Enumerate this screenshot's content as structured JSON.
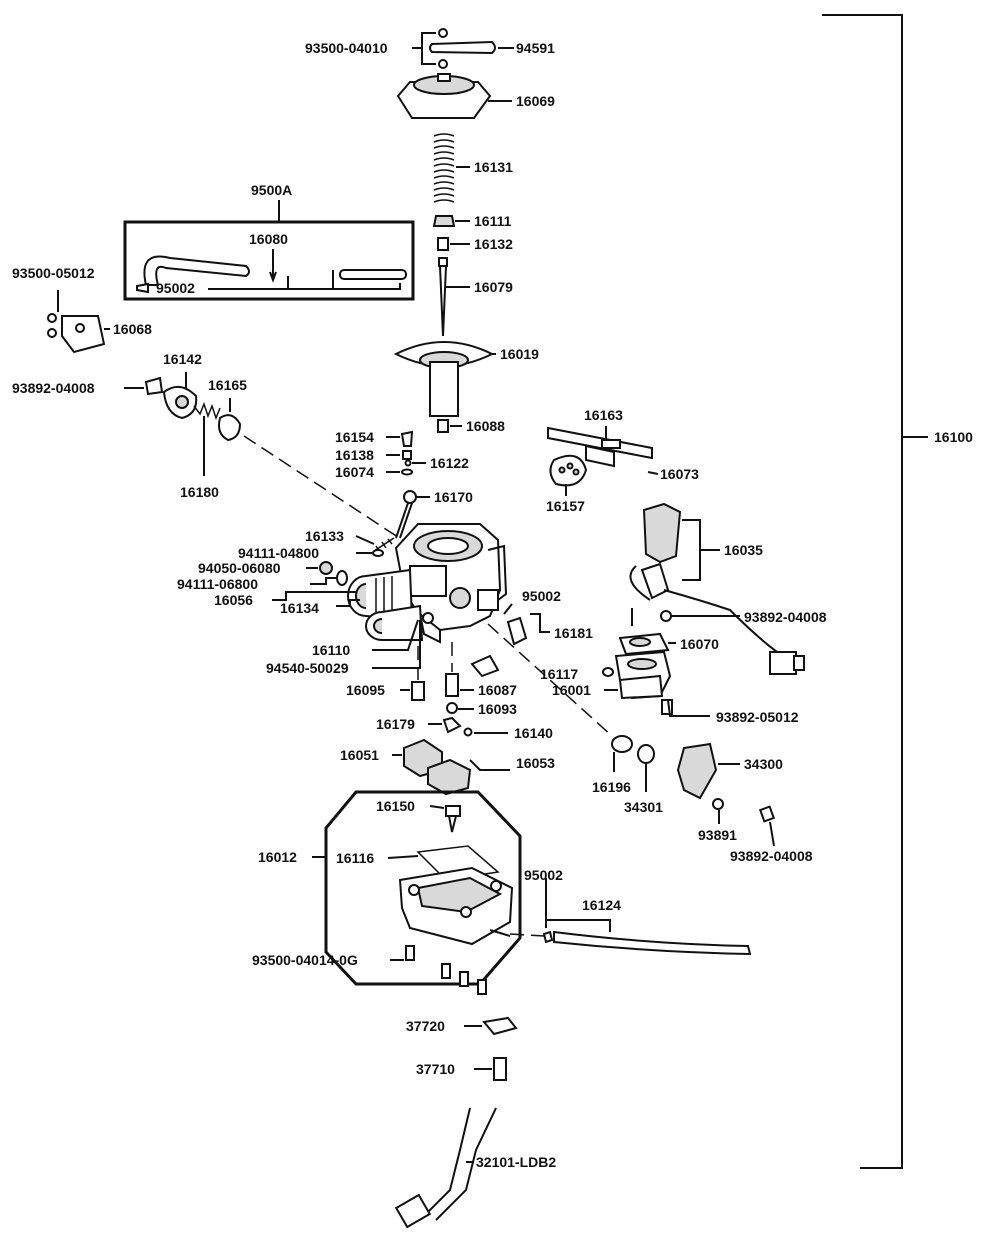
{
  "labels": {
    "l_93500_04010": "93500-04010",
    "l_94591": "94591",
    "l_16069": "16069",
    "l_16131": "16131",
    "l_16111": "16111",
    "l_16132": "16132",
    "l_16079": "16079",
    "l_16019": "16019",
    "l_16088": "16088",
    "l_9500a": "9500A",
    "l_16080": "16080",
    "l_95002_kit": "95002",
    "l_93500_05012": "93500-05012",
    "l_16068": "16068",
    "l_16142": "16142",
    "l_93892_04008_a": "93892-04008",
    "l_16165": "16165",
    "l_16180": "16180",
    "l_16154": "16154",
    "l_16138": "16138",
    "l_16074": "16074",
    "l_16122": "16122",
    "l_16170": "16170",
    "l_16163": "16163",
    "l_16073": "16073",
    "l_16157": "16157",
    "l_16100": "16100",
    "l_16133": "16133",
    "l_94111_04800": "94111-04800",
    "l_94050_06080": "94050-06080",
    "l_94111_06800": "94111-06800",
    "l_16056": "16056",
    "l_16134": "16134",
    "l_16035": "16035",
    "l_95002_b": "95002",
    "l_16181": "16181",
    "l_93892_04008_b": "93892-04008",
    "l_16070": "16070",
    "l_16110": "16110",
    "l_94540_50029": "94540-50029",
    "l_16117": "16117",
    "l_16001": "16001",
    "l_16095": "16095",
    "l_16087": "16087",
    "l_16093": "16093",
    "l_93892_05012": "93892-05012",
    "l_16179": "16179",
    "l_16140": "16140",
    "l_16051": "16051",
    "l_16053": "16053",
    "l_34300": "34300",
    "l_16196": "16196",
    "l_34301": "34301",
    "l_93891": "93891",
    "l_93892_04008_c": "93892-04008",
    "l_16150": "16150",
    "l_16012": "16012",
    "l_16116": "16116",
    "l_95002_c": "95002",
    "l_16124": "16124",
    "l_93500_04014_0g": "93500-04014-0G",
    "l_37720": "37720",
    "l_37710": "37710",
    "l_32101_ldb2": "32101-LDB2"
  },
  "colors": {
    "ink": "#111111",
    "paper": "#ffffff",
    "shade": "#d9d9d9"
  }
}
